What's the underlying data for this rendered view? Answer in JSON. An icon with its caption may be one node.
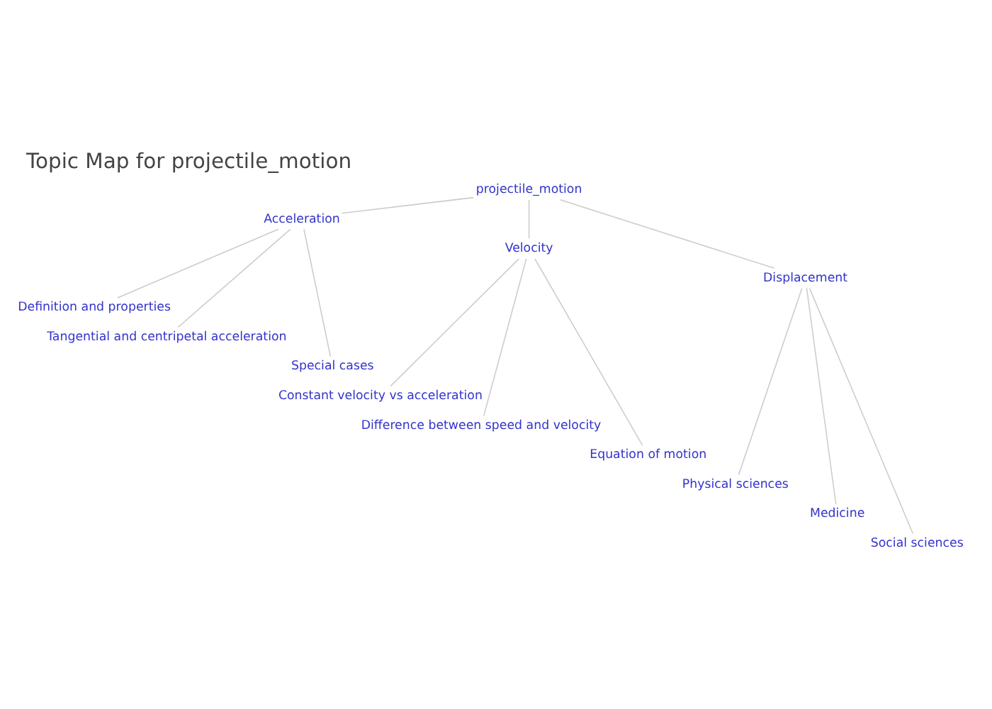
{
  "diagram": {
    "title": "Topic Map for projectile_motion",
    "nodes": [
      {
        "text": [
          "projectile_motion"
        ]
      },
      {
        "text": [
          "Acceleration"
        ]
      },
      {
        "text": [
          "Velocity"
        ]
      },
      {
        "text": [
          "Displacement"
        ]
      },
      {
        "text": [
          "Definition and properties"
        ]
      },
      {
        "text": [
          "Tangential and centripetal acceleration"
        ]
      },
      {
        "text": [
          "Special cases"
        ]
      },
      {
        "text": [
          "Constant velocity vs acceleration"
        ]
      },
      {
        "text": [
          "Difference between speed and velocity"
        ]
      },
      {
        "text": [
          "Equation of motion"
        ]
      },
      {
        "text": [
          "Physical sciences"
        ]
      },
      {
        "text": [
          "Medicine"
        ]
      },
      {
        "text": [
          "Social sciences"
        ]
      }
    ],
    "edges": [
      {
        "from": 0,
        "to": 1,
        "arrow": "none"
      },
      {
        "from": 0,
        "to": 2,
        "arrow": "none"
      },
      {
        "from": 0,
        "to": 3,
        "arrow": "none"
      },
      {
        "from": 1,
        "to": 4,
        "arrow": "none"
      },
      {
        "from": 1,
        "to": 5,
        "arrow": "none"
      },
      {
        "from": 1,
        "to": 6,
        "arrow": "none"
      },
      {
        "from": 2,
        "to": 7,
        "arrow": "none"
      },
      {
        "from": 2,
        "to": 8,
        "arrow": "none"
      },
      {
        "from": 2,
        "to": 9,
        "arrow": "none"
      },
      {
        "from": 3,
        "to": 10,
        "arrow": "none"
      },
      {
        "from": 3,
        "to": 11,
        "arrow": "none"
      },
      {
        "from": 3,
        "to": 12,
        "arrow": "none"
      }
    ]
  }
}
